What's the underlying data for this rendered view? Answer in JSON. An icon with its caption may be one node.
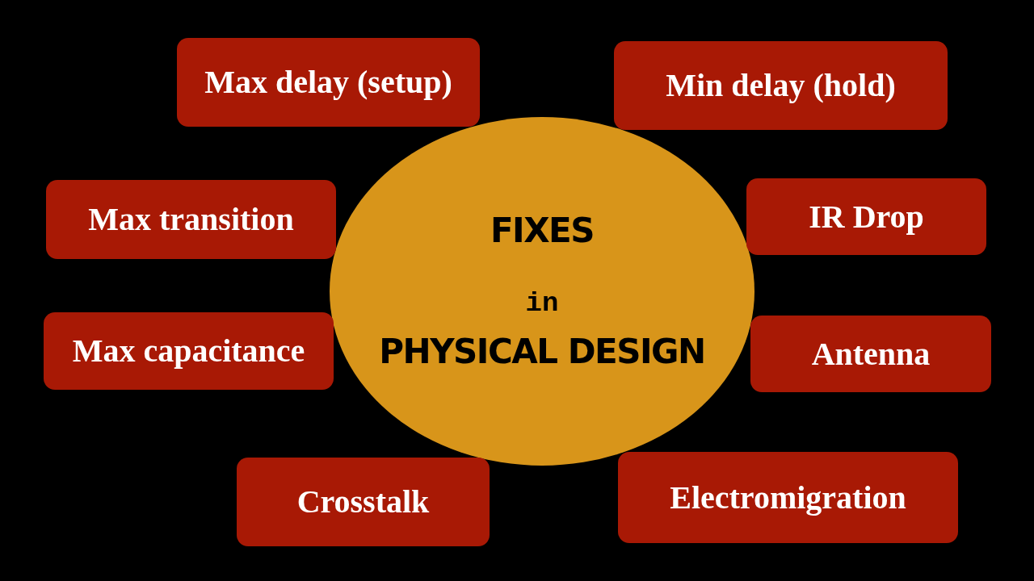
{
  "diagram": {
    "nodes": [
      {
        "text": [
          "FIXES",
          "in",
          "PHYSICAL DESIGN"
        ]
      },
      {
        "text": [
          "Max delay (setup)"
        ]
      },
      {
        "text": [
          "Min delay (hold)"
        ]
      },
      {
        "text": [
          "Max transition"
        ]
      },
      {
        "text": [
          "IR Drop"
        ]
      },
      {
        "text": [
          "Max capacitance"
        ]
      },
      {
        "text": [
          "Antenna"
        ]
      },
      {
        "text": [
          "Crosstalk"
        ]
      },
      {
        "text": [
          "Electromigration"
        ]
      }
    ]
  }
}
